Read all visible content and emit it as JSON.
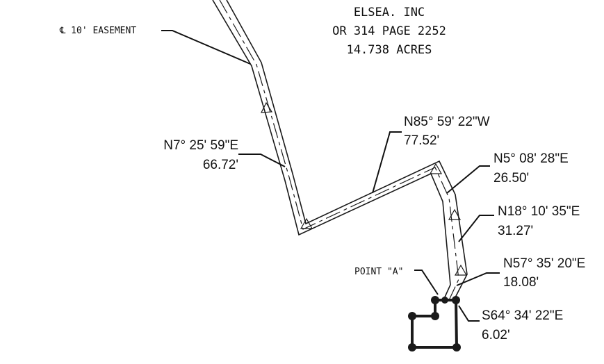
{
  "owner": {
    "name": "ELSEA. INC",
    "deed": "OR 314 PAGE 2252",
    "acreage": "14.738 ACRES"
  },
  "easement_label": "℄ 10' EASEMENT",
  "point_label": "POINT \"A\"",
  "courses": [
    {
      "id": "c1",
      "bearing": "N7° 25' 59\"E",
      "distance": "66.72'"
    },
    {
      "id": "c2",
      "bearing": "N85° 59' 22\"W",
      "distance": "77.52'"
    },
    {
      "id": "c3",
      "bearing": "N5° 08' 28\"E",
      "distance": "26.50'"
    },
    {
      "id": "c4",
      "bearing": "N18° 10' 35\"E",
      "distance": "31.27'"
    },
    {
      "id": "c5",
      "bearing": "N57° 35' 20\"E",
      "distance": "18.08'"
    },
    {
      "id": "c6",
      "bearing": "S64° 34' 22\"E",
      "distance": "6.02'"
    }
  ]
}
